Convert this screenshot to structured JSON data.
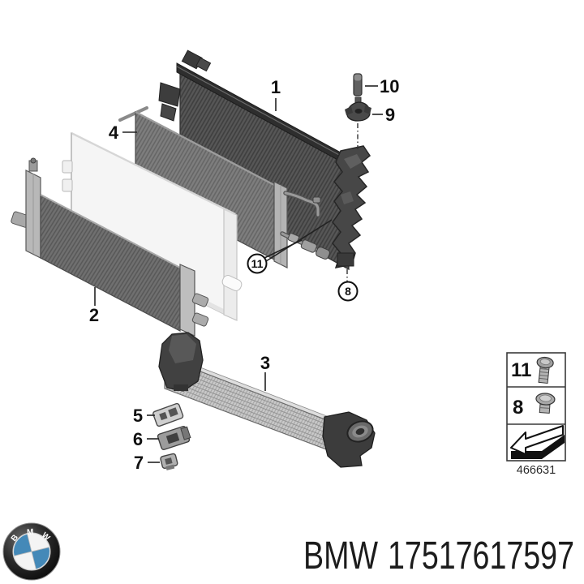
{
  "diagram": {
    "callouts": {
      "c1": "1",
      "c2": "2",
      "c3": "3",
      "c4": "4",
      "c5": "5",
      "c6": "6",
      "c7": "7",
      "c8": "8",
      "c9": "9",
      "c10": "10",
      "c11": "11"
    },
    "legend": {
      "row1_label": "11",
      "row2_label": "8",
      "figure_number": "466631"
    }
  },
  "footer": {
    "brand": "BMW",
    "part_number": "17517617597"
  },
  "logo": {
    "letters": [
      "B",
      "M",
      "W"
    ]
  },
  "colors": {
    "roundel_blue": "#4489b8",
    "footer_text": "#1c1c1c",
    "legend_border": "#3a3a3a"
  }
}
